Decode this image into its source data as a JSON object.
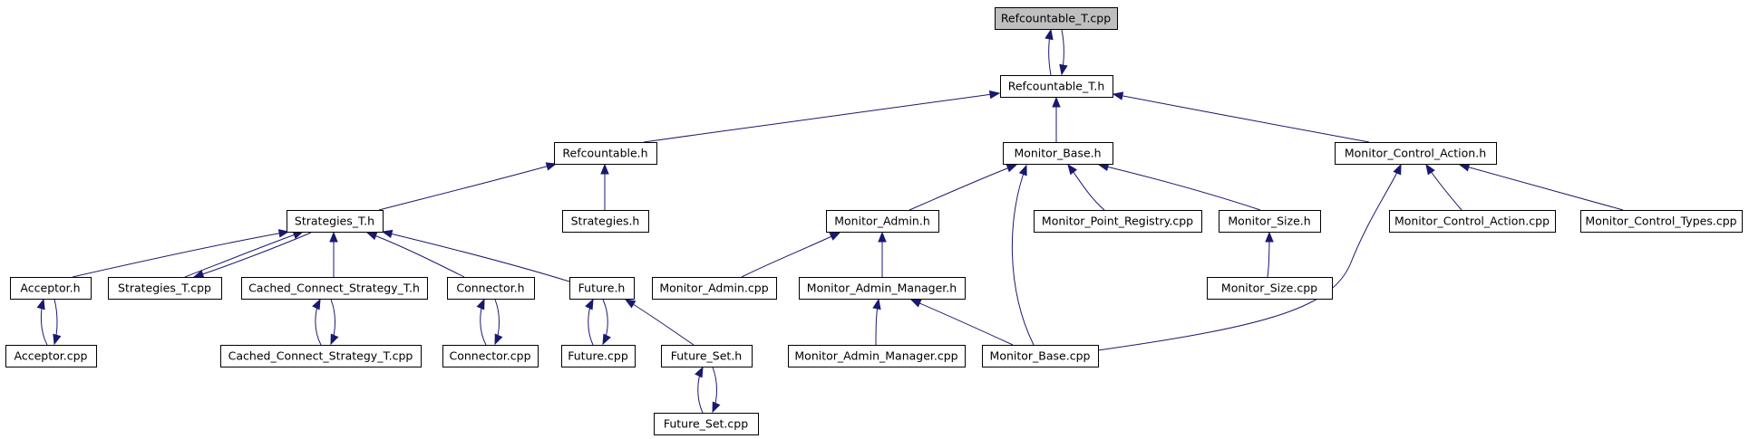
{
  "diagram": {
    "colors": {
      "edge": "#191970",
      "node_border": "#000000",
      "node_fill": "#ffffff",
      "root_fill": "#bfbfbf"
    },
    "nodes": [
      {
        "id": "refcountable_t_cpp",
        "label": "Refcountable_T.cpp"
      },
      {
        "id": "refcountable_t_h",
        "label": "Refcountable_T.h"
      },
      {
        "id": "refcountable_h",
        "label": "Refcountable.h"
      },
      {
        "id": "monitor_base_h",
        "label": "Monitor_Base.h"
      },
      {
        "id": "monitor_control_action_h",
        "label": "Monitor_Control_Action.h"
      },
      {
        "id": "strategies_t_h",
        "label": "Strategies_T.h"
      },
      {
        "id": "strategies_h",
        "label": "Strategies.h"
      },
      {
        "id": "monitor_admin_h",
        "label": "Monitor_Admin.h"
      },
      {
        "id": "monitor_point_registry_cpp",
        "label": "Monitor_Point_Registry.cpp"
      },
      {
        "id": "monitor_size_h",
        "label": "Monitor_Size.h"
      },
      {
        "id": "monitor_control_action_cpp",
        "label": "Monitor_Control_Action.cpp"
      },
      {
        "id": "monitor_control_types_cpp",
        "label": "Monitor_Control_Types.cpp"
      },
      {
        "id": "acceptor_h",
        "label": "Acceptor.h"
      },
      {
        "id": "strategies_t_cpp",
        "label": "Strategies_T.cpp"
      },
      {
        "id": "cached_connect_strategy_t_h",
        "label": "Cached_Connect_Strategy_T.h"
      },
      {
        "id": "connector_h",
        "label": "Connector.h"
      },
      {
        "id": "future_h",
        "label": "Future.h"
      },
      {
        "id": "monitor_admin_cpp",
        "label": "Monitor_Admin.cpp"
      },
      {
        "id": "monitor_admin_manager_h",
        "label": "Monitor_Admin_Manager.h"
      },
      {
        "id": "monitor_size_cpp",
        "label": "Monitor_Size.cpp"
      },
      {
        "id": "acceptor_cpp",
        "label": "Acceptor.cpp"
      },
      {
        "id": "cached_connect_strategy_t_cpp",
        "label": "Cached_Connect_Strategy_T.cpp"
      },
      {
        "id": "connector_cpp",
        "label": "Connector.cpp"
      },
      {
        "id": "future_cpp",
        "label": "Future.cpp"
      },
      {
        "id": "future_set_h",
        "label": "Future_Set.h"
      },
      {
        "id": "monitor_admin_manager_cpp",
        "label": "Monitor_Admin_Manager.cpp"
      },
      {
        "id": "monitor_base_cpp",
        "label": "Monitor_Base.cpp"
      },
      {
        "id": "future_set_cpp",
        "label": "Future_Set.cpp"
      }
    ],
    "edges": [
      {
        "from": "refcountable_t_h",
        "to": "refcountable_t_cpp"
      },
      {
        "from": "refcountable_t_cpp",
        "to": "refcountable_t_h"
      },
      {
        "from": "refcountable_h",
        "to": "refcountable_t_h"
      },
      {
        "from": "monitor_base_h",
        "to": "refcountable_t_h"
      },
      {
        "from": "monitor_control_action_h",
        "to": "refcountable_t_h"
      },
      {
        "from": "strategies_t_h",
        "to": "refcountable_h"
      },
      {
        "from": "strategies_h",
        "to": "refcountable_h"
      },
      {
        "from": "acceptor_h",
        "to": "strategies_t_h"
      },
      {
        "from": "strategies_t_cpp",
        "to": "strategies_t_h"
      },
      {
        "from": "strategies_t_h",
        "to": "strategies_t_cpp"
      },
      {
        "from": "cached_connect_strategy_t_h",
        "to": "strategies_t_h"
      },
      {
        "from": "connector_h",
        "to": "strategies_t_h"
      },
      {
        "from": "future_h",
        "to": "strategies_t_h"
      },
      {
        "from": "acceptor_cpp",
        "to": "acceptor_h"
      },
      {
        "from": "acceptor_h",
        "to": "acceptor_cpp"
      },
      {
        "from": "cached_connect_strategy_t_cpp",
        "to": "cached_connect_strategy_t_h"
      },
      {
        "from": "cached_connect_strategy_t_h",
        "to": "cached_connect_strategy_t_cpp"
      },
      {
        "from": "connector_cpp",
        "to": "connector_h"
      },
      {
        "from": "connector_h",
        "to": "connector_cpp"
      },
      {
        "from": "future_cpp",
        "to": "future_h"
      },
      {
        "from": "future_h",
        "to": "future_cpp"
      },
      {
        "from": "future_set_h",
        "to": "future_h"
      },
      {
        "from": "future_set_cpp",
        "to": "future_set_h"
      },
      {
        "from": "future_set_h",
        "to": "future_set_cpp"
      },
      {
        "from": "monitor_admin_h",
        "to": "monitor_base_h"
      },
      {
        "from": "monitor_point_registry_cpp",
        "to": "monitor_base_h"
      },
      {
        "from": "monitor_size_h",
        "to": "monitor_base_h"
      },
      {
        "from": "monitor_base_cpp",
        "to": "monitor_base_h"
      },
      {
        "from": "monitor_admin_cpp",
        "to": "monitor_admin_h"
      },
      {
        "from": "monitor_admin_manager_h",
        "to": "monitor_admin_h"
      },
      {
        "from": "monitor_admin_manager_cpp",
        "to": "monitor_admin_manager_h"
      },
      {
        "from": "monitor_base_cpp",
        "to": "monitor_admin_manager_h"
      },
      {
        "from": "monitor_size_cpp",
        "to": "monitor_size_h"
      },
      {
        "from": "monitor_base_cpp",
        "to": "monitor_control_action_h"
      },
      {
        "from": "monitor_control_action_cpp",
        "to": "monitor_control_action_h"
      },
      {
        "from": "monitor_control_types_cpp",
        "to": "monitor_control_action_h"
      }
    ]
  }
}
